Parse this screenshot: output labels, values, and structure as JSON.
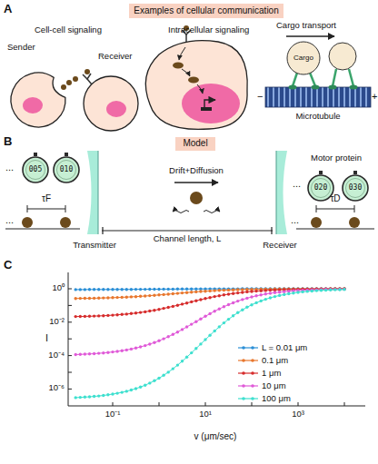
{
  "diagram": {
    "nodes": [
      {
        "text": [
          "Examples of cellular communication"
        ]
      },
      {
        "text": [
          "Sender"
        ]
      },
      {
        "text": [
          "Receiver"
        ]
      },
      {
        "text": [
          "Cargo"
        ]
      },
      {
        "text": [
          "Model"
        ]
      },
      {
        "text": [
          "005"
        ]
      },
      {
        "text": [
          "010"
        ]
      },
      {
        "text": [
          "020"
        ]
      },
      {
        "text": [
          "030"
        ]
      },
      {
        "text": [
          "Transmitter"
        ]
      },
      {
        "text": [
          "Receiver"
        ]
      }
    ],
    "edges": [
      {
        "from": 9,
        "to": 10,
        "arrow": "none",
        "label": "Channel length, L"
      }
    ],
    "labels": [
      "A",
      "Cell-cell signaling",
      "Intracellular signaling",
      "Cargo transport",
      "Microtubule",
      "−",
      "+",
      "B",
      "...",
      "...",
      "τF",
      "Drift+Diffusion",
      "Motor protein",
      "...",
      "...",
      "τD",
      "C",
      "I",
      "10⁰",
      "10⁻²",
      "10⁻⁴",
      "10⁻⁶",
      "10⁻¹",
      "10¹",
      "10³",
      "v (μm/sec)"
    ],
    "legend": [
      {
        "text": "L = 0.01 μm",
        "color": "#2b8fd6"
      },
      {
        "text": "0.1 μm",
        "color": "#e8772e"
      },
      {
        "text": "1 μm",
        "color": "#d62c2c"
      },
      {
        "text": "10 μm",
        "color": "#e05ad8"
      },
      {
        "text": "100 μm",
        "color": "#3ee0cf"
      }
    ]
  }
}
